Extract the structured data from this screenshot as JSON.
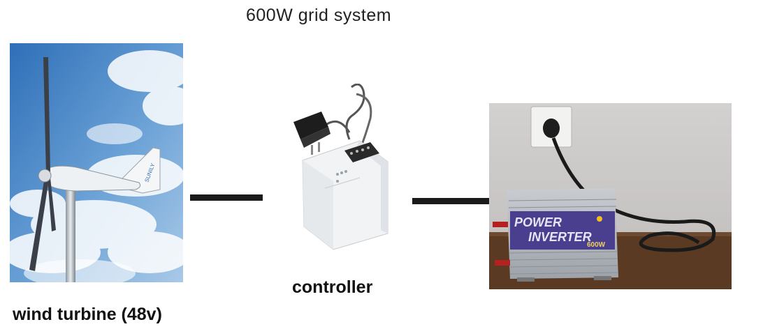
{
  "title": "600W grid system",
  "components": {
    "turbine": {
      "caption": "wind turbine (48v)",
      "tail_brand": "SUNILY"
    },
    "controller": {
      "caption": "controller"
    },
    "inverter": {
      "caption_line1": "POWER",
      "caption_line2": "INVERTER",
      "rating": "600W"
    }
  },
  "colors": {
    "sky": "#4f88c6",
    "connector": "#1a1a1a",
    "inverter_label": "#4a3f8f"
  }
}
